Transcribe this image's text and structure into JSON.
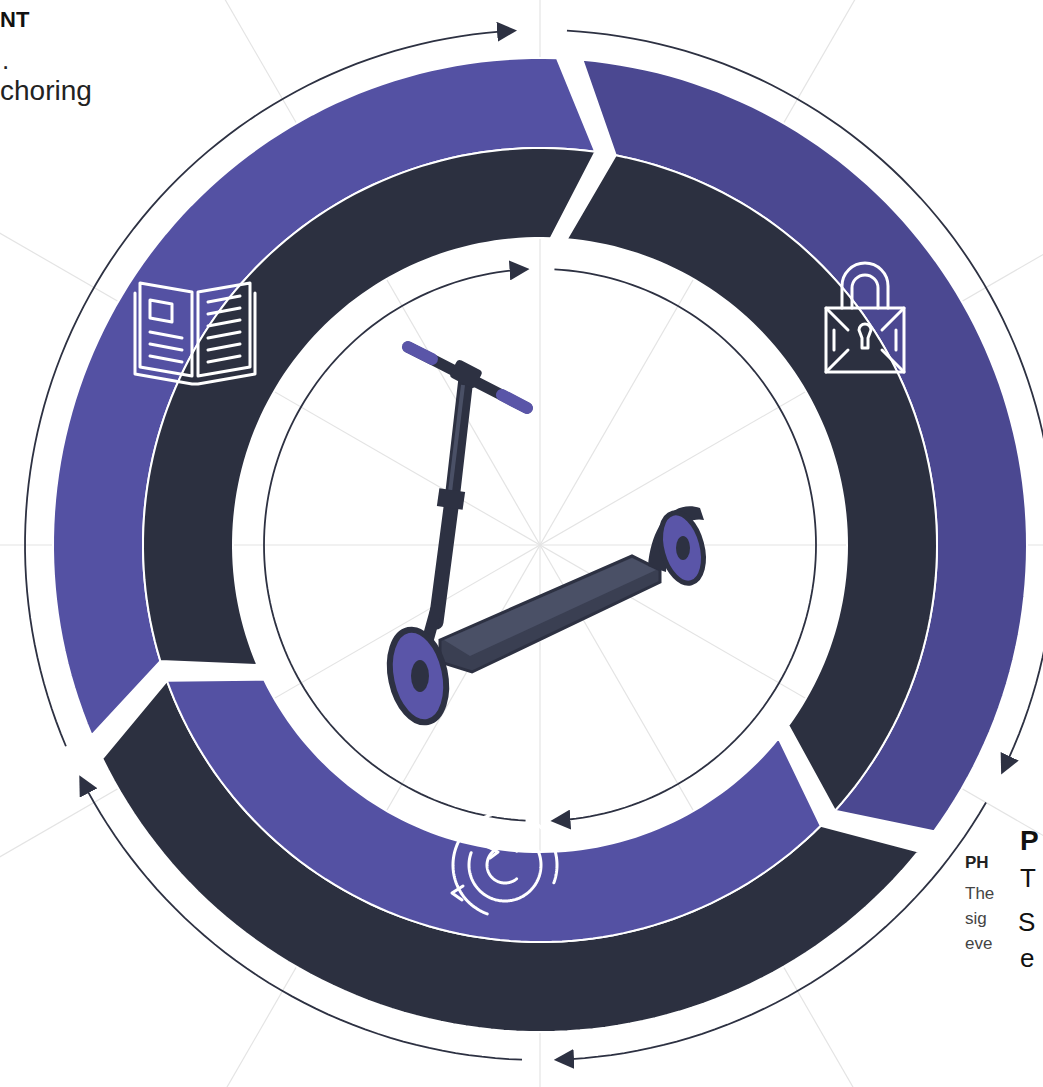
{
  "diagram": {
    "labels": [
      "NT",
      ".",
      "choring",
      "PH",
      "The",
      "sig",
      "eve",
      "P",
      "T",
      "S",
      "e"
    ]
  }
}
